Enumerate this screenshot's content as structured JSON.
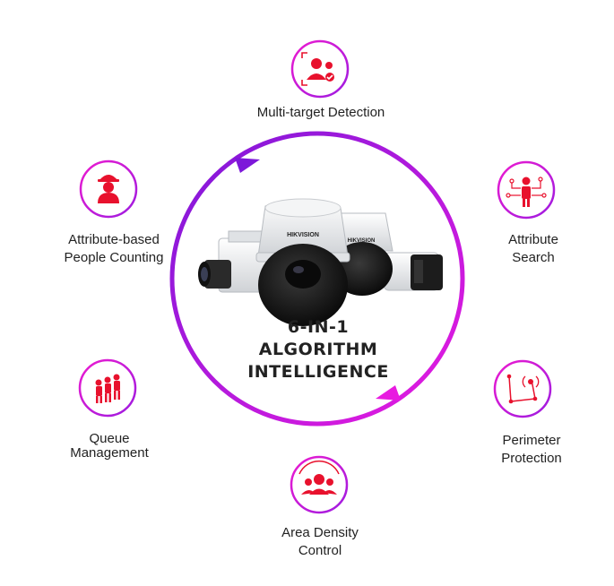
{
  "center": {
    "line1": "6-IN-1",
    "line2": "ALGORITHM",
    "line3": "INTELLIGENCE"
  },
  "camera_brand": "HIKVISION",
  "features": [
    {
      "icon": "multi-target-detection-icon",
      "lines": [
        "Multi-target Detection"
      ]
    },
    {
      "icon": "attribute-search-icon",
      "lines": [
        "Attribute",
        "Search"
      ]
    },
    {
      "icon": "perimeter-protection-icon",
      "lines": [
        "Perimeter",
        "Protection"
      ]
    },
    {
      "icon": "area-density-control-icon",
      "lines": [
        "Area Density",
        "Control"
      ]
    },
    {
      "icon": "queue-management-icon",
      "lines": [
        "Queue",
        "Management"
      ]
    },
    {
      "icon": "attribute-people-counting-icon",
      "lines": [
        "Attribute-based",
        "People Counting"
      ]
    }
  ],
  "colors": {
    "ring_gradient_start": "#8a1bd6",
    "ring_gradient_end": "#e01ae0",
    "icon_red": "#e8112d",
    "icon_ring": "#d81bd8"
  }
}
